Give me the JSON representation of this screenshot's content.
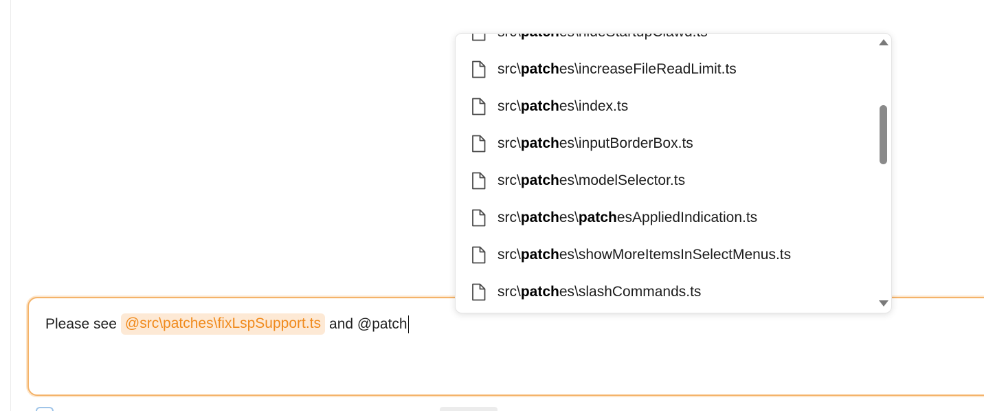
{
  "composer": {
    "text_before": "Please see",
    "mention": "@src\\patches\\fixLspSupport.ts",
    "text_after": "and @patch"
  },
  "dropdown": {
    "query": "patch",
    "items": [
      {
        "pre": "src\\",
        "bold1": "patch",
        "mid": "es\\hideStartupClawd.ts",
        "bold2": "",
        "post": ""
      },
      {
        "pre": "src\\",
        "bold1": "patch",
        "mid": "es\\increaseFileReadLimit.ts",
        "bold2": "",
        "post": ""
      },
      {
        "pre": "src\\",
        "bold1": "patch",
        "mid": "es\\index.ts",
        "bold2": "",
        "post": ""
      },
      {
        "pre": "src\\",
        "bold1": "patch",
        "mid": "es\\inputBorderBox.ts",
        "bold2": "",
        "post": ""
      },
      {
        "pre": "src\\",
        "bold1": "patch",
        "mid": "es\\modelSelector.ts",
        "bold2": "",
        "post": ""
      },
      {
        "pre": "src\\",
        "bold1": "patch",
        "mid": "es\\",
        "bold2": "patch",
        "post": "esAppliedIndication.ts"
      },
      {
        "pre": "src\\",
        "bold1": "patch",
        "mid": "es\\showMoreItemsInSelectMenus.ts",
        "bold2": "",
        "post": ""
      },
      {
        "pre": "src\\",
        "bold1": "patch",
        "mid": "es\\slashCommands.ts",
        "bold2": "",
        "post": ""
      }
    ],
    "item_icon": "file-icon",
    "scroll_up_icon": "triangle-up-icon",
    "scroll_down_icon": "triangle-down-icon"
  },
  "colors": {
    "composer_border": "#f4b36a",
    "mention_bg": "#fde9d5",
    "mention_text": "#f08a1c"
  }
}
